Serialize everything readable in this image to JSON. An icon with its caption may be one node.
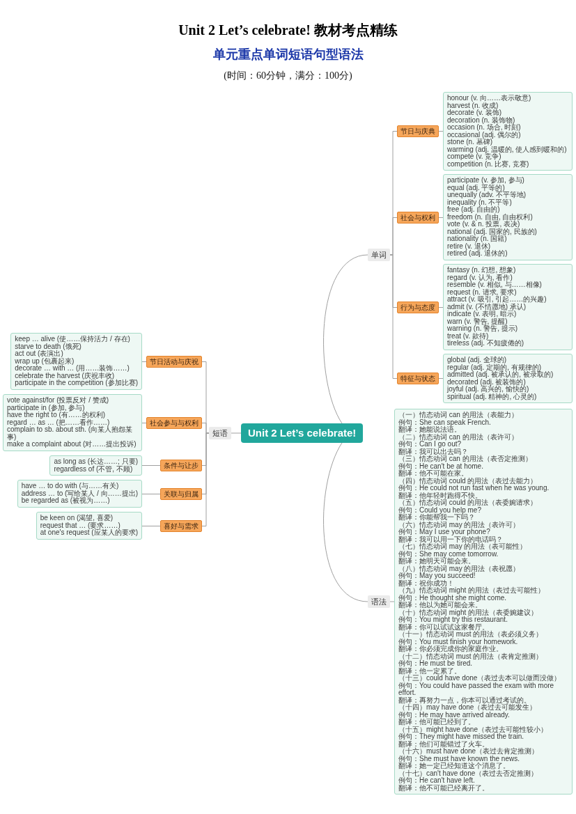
{
  "diagram": {
    "title": "Unit 2 Let’s celebrate! 教材考点精练",
    "nodes": [
      {
        "text": [
          "Unit 2 Let’s celebrate!"
        ]
      },
      {
        "text": [
          "单词"
        ]
      },
      {
        "text": [
          "节日与庆典"
        ]
      },
      {
        "text": [
          "honour (v. 向……表示敬意)",
          "harvest (n. 收成)",
          "decorate (v. 装饰)",
          "decoration (n. 装饰物)",
          "occasion (n. 场合, 时刻)",
          "occasional (adj. 偶尔的)",
          "stone (n. 墓碑)",
          "warming (adj. 温暖的, 使人感到暖和的)",
          "compete (v. 竞争)",
          "competition (n. 比赛, 竞赛)"
        ]
      },
      {
        "text": [
          "社会与权利"
        ]
      },
      {
        "text": [
          "participate (v. 参加, 参与)",
          "equal (adj. 平等的)",
          "unequally (adv. 不平等地)",
          "inequality (n. 不平等)",
          "free (adj. 自由的)",
          "freedom (n. 自由, 自由权利)",
          "vote (v. & n. 投票, 表决)",
          "national (adj. 国家的, 民族的)",
          "nationality (n. 国籍)",
          "retire (v. 退休)",
          "retired (adj. 退休的)"
        ]
      },
      {
        "text": [
          "行为与态度"
        ]
      },
      {
        "text": [
          "fantasy (n. 幻想, 想象)",
          "regard (v. 认为, 看作)",
          "resemble (v. 相似, 与……相像)",
          "request (n. 请求, 要求)",
          "attract (v. 吸引, 引起……的兴趣)",
          "admit (v. (不情愿地) 承认)",
          "indicate (v. 表明, 暗示)",
          "warn (v. 警告, 提醒)",
          "warning (n. 警告, 提示)",
          "treat (v. 款待)",
          "tireless (adj. 不知疲倦的)"
        ]
      },
      {
        "text": [
          "特征与状态"
        ]
      },
      {
        "text": [
          "global (adj. 全球的)",
          "regular (adj. 定期的, 有规律的)",
          "admitted (adj. 被承认的, 被录取的)",
          "decorated (adj. 被装饰的)",
          "joyful (adj. 高兴的, 愉快的)",
          "spiritual (adj. 精神的, 心灵的)"
        ]
      },
      {
        "text": [
          "语法"
        ]
      },
      {
        "text": [
          "（一）情态动词 can 的用法（表能力）",
          "例句：She can speak French.",
          "翻译：她能说法语。",
          "（二）情态动词 can 的用法（表许可）",
          "例句：Can I go out?",
          "翻译：我可以出去吗？",
          "（三）情态动词 can 的用法（表否定推测）",
          "例句：He can't be at home.",
          "翻译：他不可能在家。",
          "（四）情态动词 could 的用法（表过去能力）",
          "例句：He could not run fast when he was young.",
          "翻译：他年轻时跑得不快。",
          "（五）情态动词 could 的用法（表委婉请求）",
          "例句：Could you help me?",
          "翻译：你能帮我一下吗？",
          "（六）情态动词 may 的用法（表许可）",
          "例句：May I use your phone?",
          "翻译：我可以用一下你的电话吗？",
          "（七）情态动词 may 的用法（表可能性）",
          "例句：She may come tomorrow.",
          "翻译：她明天可能会来。",
          "（八）情态动词 may 的用法（表祝愿）",
          "例句：May you succeed!",
          "翻译：祝你成功！",
          "（九）情态动词 might 的用法（表过去可能性）",
          "例句：He thought she might come.",
          "翻译：他以为她可能会来。",
          "（十）情态动词 might 的用法（表委婉建议）",
          "例句：You might try this restaurant.",
          "翻译：你可以试试这家餐厅。",
          "（十一）情态动词 must 的用法（表必须义务）",
          "例句：You must finish your homework.",
          "翻译：你必须完成你的家庭作业。",
          "（十二）情态动词 must 的用法（表肯定推测）",
          "例句：He must be tired.",
          "翻译：他一定累了。",
          "（十三）could have done（表过去本可以做而没做）",
          "例句：You could have passed the exam with more effort.",
          "翻译：再努力一点，你本可以通过考试的。",
          "（十四）may have done（表过去可能发生）",
          "例句：He may have arrived already.",
          "翻译：他可能已经到了。",
          "（十五）might have done（表过去可能性较小）",
          "例句：They might have missed the train.",
          "翻译：他们可能错过了火车。",
          "（十六）must have done（表过去肯定推测）",
          "例句：She must have known the news.",
          "翻译：她一定已经知道这个消息了。",
          "（十七）can't have done（表过去否定推测）",
          "例句：He can't have left.",
          "翻译：他不可能已经离开了。"
        ]
      },
      {
        "text": [
          "短语"
        ]
      },
      {
        "text": [
          "节日活动与庆祝"
        ]
      },
      {
        "text": [
          "keep … alive (使……保持活力 / 存在)",
          "starve to death (饿死)",
          "act out (表演出)",
          "wrap up (包裹起来)",
          "decorate … with … (用……装饰……)",
          "celebrate the harvest (庆祝丰收)",
          "participate in the competition (参加比赛)"
        ]
      },
      {
        "text": [
          "社会参与与权利"
        ]
      },
      {
        "text": [
          "vote against/for (投票反对 / 赞成)",
          "participate in (参加, 参与)",
          "have the right to (有……的权利)",
          "regard … as … (把……看作……)",
          "complain to sb. about sth. (向某人抱怨某事)",
          "make a complaint about (对……提出投诉)"
        ]
      },
      {
        "text": [
          "条件与让步"
        ]
      },
      {
        "text": [
          "as long as (长达……; 只要)",
          "regardless of (不管, 不顾)"
        ]
      },
      {
        "text": [
          "关联与归属"
        ]
      },
      {
        "text": [
          "have … to do with (与……有关)",
          "address … to (写给某人 / 向……提出)",
          "be regarded as (被视为……)"
        ]
      },
      {
        "text": [
          "喜好与需求"
        ]
      },
      {
        "text": [
          "be keen on (渴望, 喜爱)",
          "request that … (要求……)",
          "at one's request (应某人的要求)"
        ]
      }
    ],
    "edges": [
      {
        "from": 0,
        "to": 1,
        "arrow": "none"
      },
      {
        "from": 1,
        "to": 2,
        "arrow": "none"
      },
      {
        "from": 2,
        "to": 3,
        "arrow": "none"
      },
      {
        "from": 1,
        "to": 4,
        "arrow": "none"
      },
      {
        "from": 4,
        "to": 5,
        "arrow": "none"
      },
      {
        "from": 1,
        "to": 6,
        "arrow": "none"
      },
      {
        "from": 6,
        "to": 7,
        "arrow": "none"
      },
      {
        "from": 1,
        "to": 8,
        "arrow": "none"
      },
      {
        "from": 8,
        "to": 9,
        "arrow": "none"
      },
      {
        "from": 0,
        "to": 10,
        "arrow": "none"
      },
      {
        "from": 10,
        "to": 11,
        "arrow": "none"
      },
      {
        "from": 0,
        "to": 12,
        "arrow": "none"
      },
      {
        "from": 12,
        "to": 13,
        "arrow": "none"
      },
      {
        "from": 13,
        "to": 14,
        "arrow": "none"
      },
      {
        "from": 12,
        "to": 15,
        "arrow": "none"
      },
      {
        "from": 15,
        "to": 16,
        "arrow": "none"
      },
      {
        "from": 12,
        "to": 17,
        "arrow": "none"
      },
      {
        "from": 17,
        "to": 18,
        "arrow": "none"
      },
      {
        "from": 12,
        "to": 19,
        "arrow": "none"
      },
      {
        "from": 19,
        "to": 20,
        "arrow": "none"
      },
      {
        "from": 12,
        "to": 21,
        "arrow": "none"
      },
      {
        "from": 21,
        "to": 22,
        "arrow": "none"
      }
    ],
    "labels": [
      "单元重点单词短语句型语法",
      "(时间：60分钟，满分：100分)"
    ]
  }
}
